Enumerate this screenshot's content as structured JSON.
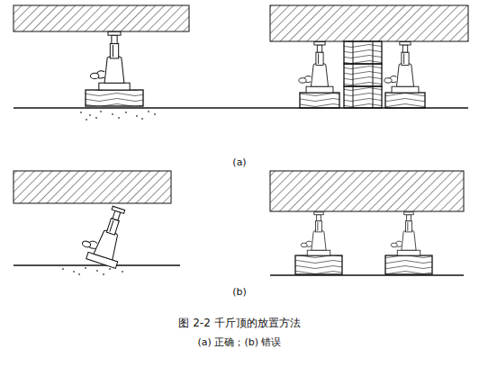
{
  "diagram": {
    "caption": "图 2-2 千斤顶的放置方法",
    "labels": [
      "(a)",
      "(b)",
      "(a) 正确；(b) 错误"
    ]
  }
}
